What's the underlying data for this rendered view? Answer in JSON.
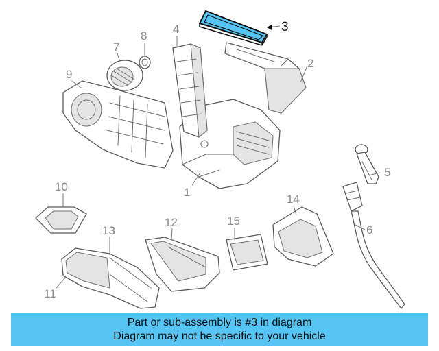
{
  "callouts": {
    "c1": "1",
    "c2": "2",
    "c3": "3",
    "c4": "4",
    "c5": "5",
    "c6": "6",
    "c7": "7",
    "c8": "8",
    "c9": "9",
    "c10": "10",
    "c11": "11",
    "c12": "12",
    "c13": "13",
    "c14": "14",
    "c15": "15"
  },
  "highlight": {
    "part_number": "3",
    "color": "#56c4f4"
  },
  "banner": {
    "line1": "Part or sub-assembly is #3 in diagram",
    "line2": "Diagram may not be specific to your vehicle",
    "color": "#56c4f4"
  }
}
